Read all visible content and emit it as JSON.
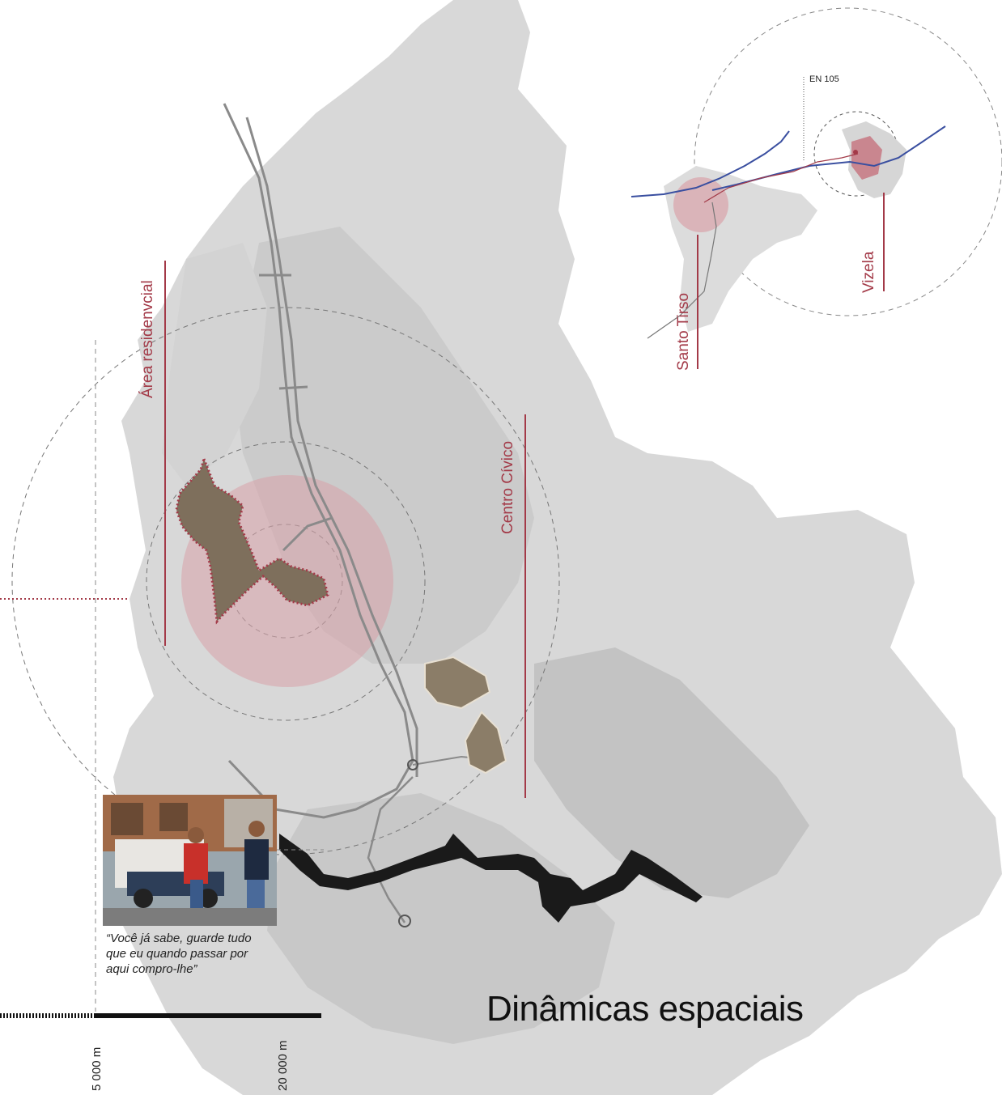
{
  "title": "Dinâmicas espaciais",
  "labels": {
    "area_residencial": "Área residenvcial",
    "centro_civico": "Centro Cívico",
    "santo_tirso": "Santo Tirso",
    "vizela": "Vizela",
    "road": "EN 105"
  },
  "photo": {
    "quote_line1": "“Você já sabe, guarde tudo",
    "quote_line2": "que eu quando passar por",
    "quote_line3": "aqui compro-lhe”"
  },
  "scale": {
    "left_label": "5 000 m",
    "right_label": "20 000 m"
  },
  "colors": {
    "accent_red": "#a33a48",
    "highlight_pink": "#d9a3aa",
    "river_blue": "#3a4fa0",
    "map_gray": "#c9c9c9",
    "river_black": "#1a1a1a"
  }
}
